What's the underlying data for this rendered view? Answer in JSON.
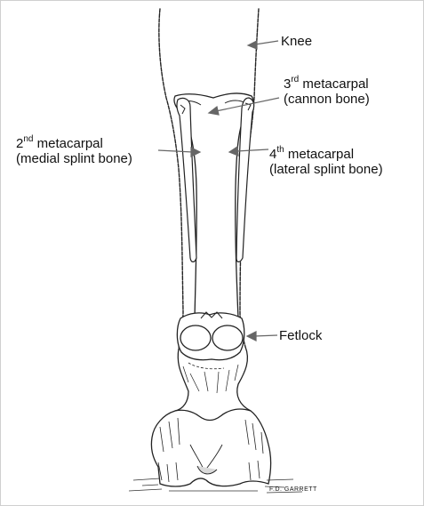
{
  "labels": {
    "knee": "Knee",
    "third_num": "3",
    "third_sup": "rd",
    "third_word": " metacarpal",
    "third_sub": "(cannon bone)",
    "second_num": "2",
    "second_sup": "nd",
    "second_word": " metacarpal",
    "second_sub": "(medial splint bone)",
    "fourth_num": "4",
    "fourth_sup": "th",
    "fourth_word": " metacarpal",
    "fourth_sub": "(lateral splint bone)",
    "fetlock": "Fetlock"
  },
  "signature": "F.D. GARRETT"
}
